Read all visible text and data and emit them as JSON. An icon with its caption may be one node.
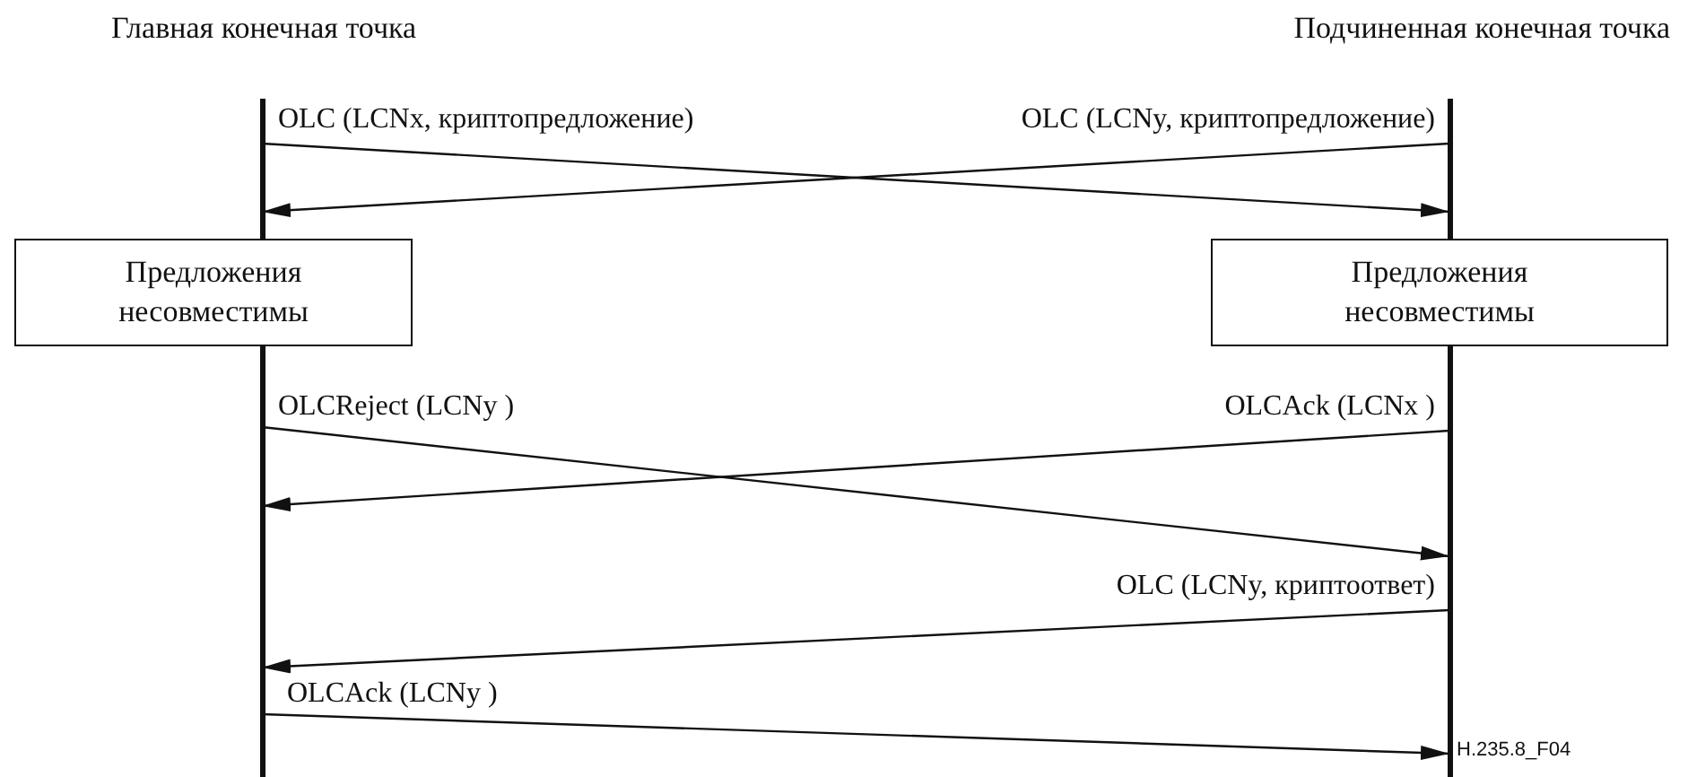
{
  "diagram": {
    "nodes": [
      {
        "text": [
          "Главная конечная точка"
        ]
      },
      {
        "text": [
          "Подчиненная конечная точка"
        ]
      },
      {
        "text": [
          "Предложения несовместимы"
        ]
      },
      {
        "text": [
          "Предложения несовместимы"
        ]
      }
    ],
    "edges": [
      {
        "from": 0,
        "to": 1,
        "arrow": "to",
        "label": "OLC (LCNx, криптопредложение)"
      },
      {
        "from": 1,
        "to": 0,
        "arrow": "to",
        "label": "OLC (LCNy, криптопредложение)"
      },
      {
        "from": 0,
        "to": 1,
        "arrow": "to",
        "label": "OLCReject (LCNy )"
      },
      {
        "from": 1,
        "to": 0,
        "arrow": "to",
        "label": "OLCAck (LCNx )"
      },
      {
        "from": 1,
        "to": 0,
        "arrow": "to",
        "label": "OLC (LCNy, криптоответ)"
      },
      {
        "from": 0,
        "to": 1,
        "arrow": "to",
        "label": "OLCAck (LCNy )"
      }
    ],
    "labels": [
      "H.235.8_F04"
    ]
  }
}
